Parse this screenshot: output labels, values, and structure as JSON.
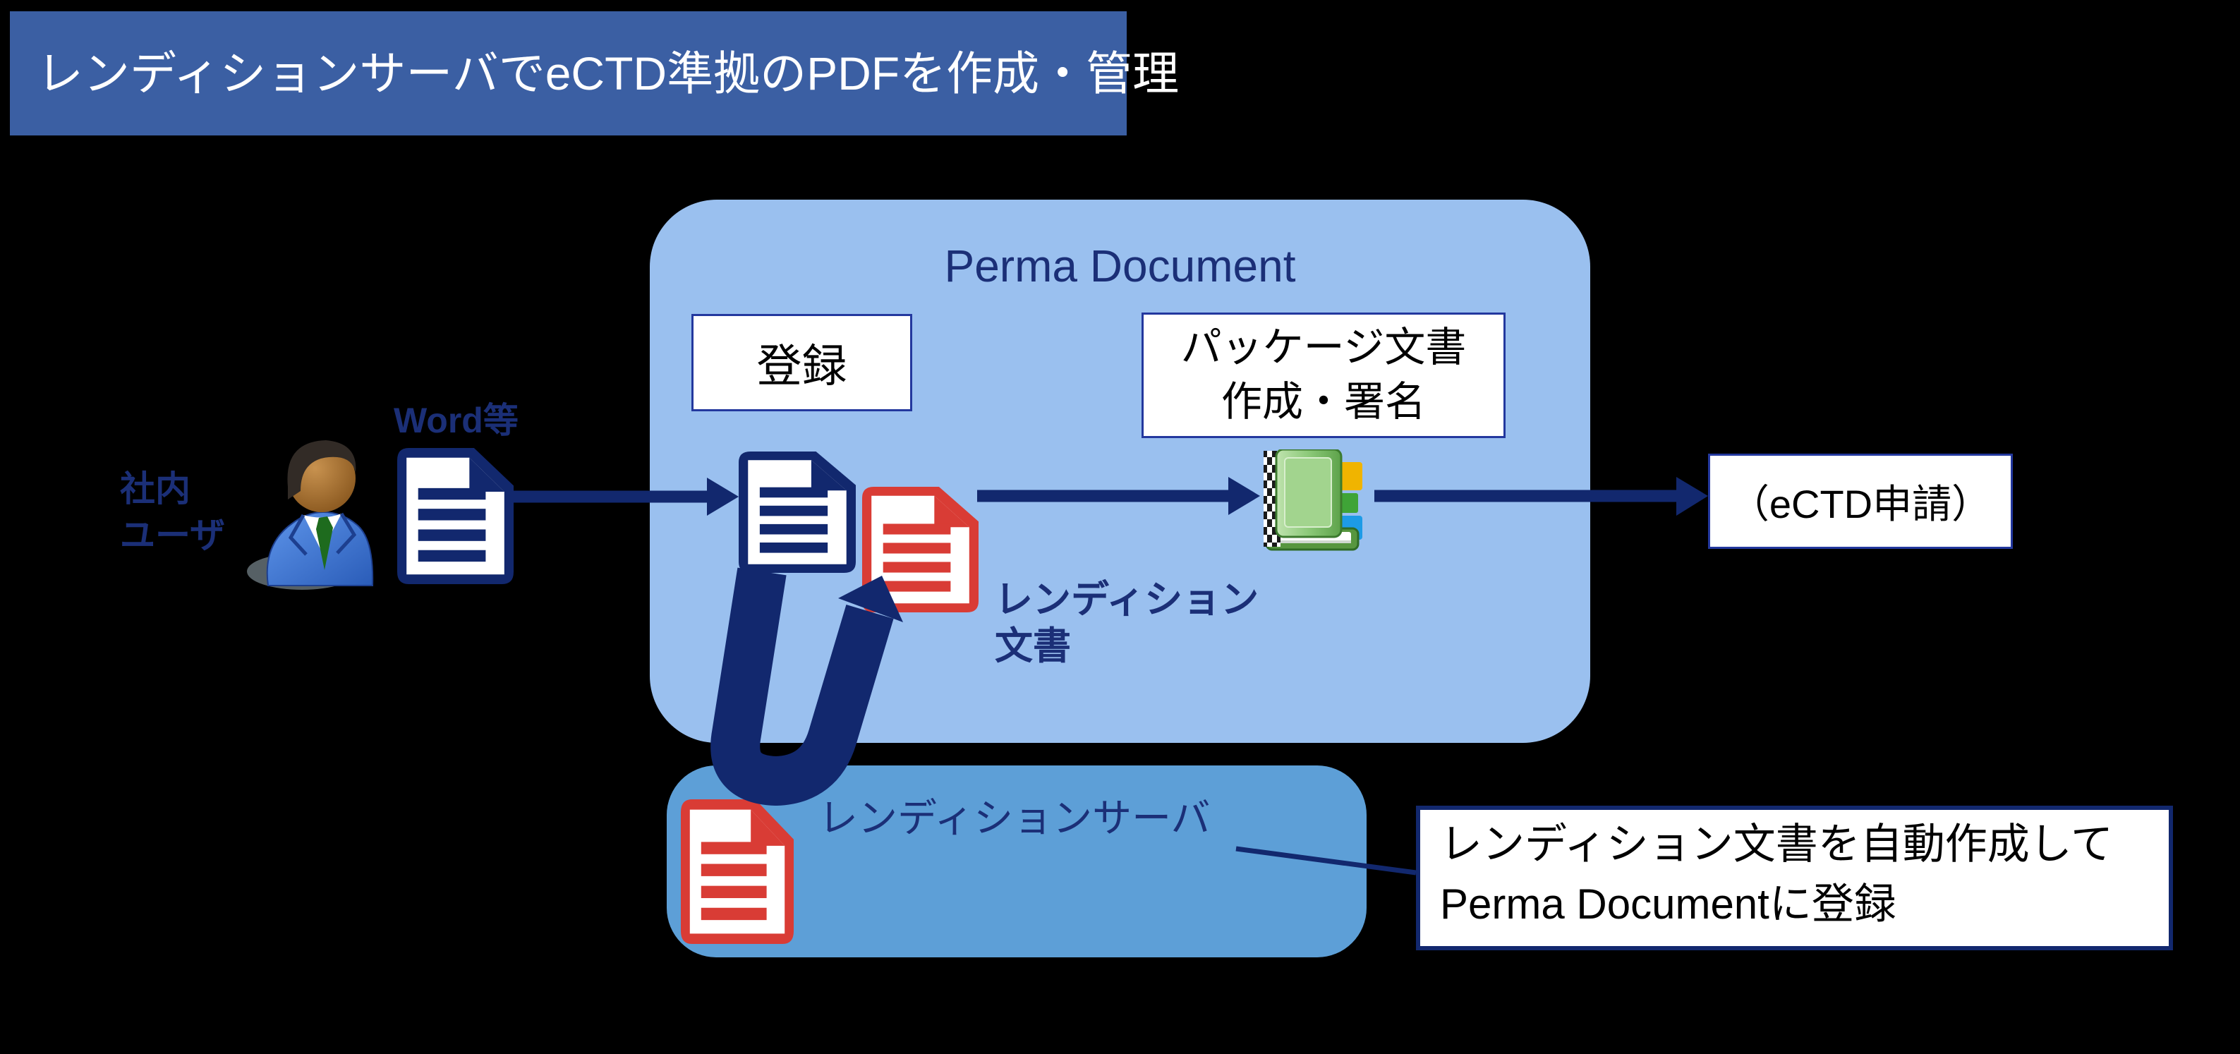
{
  "palette": {
    "bg": "#000000",
    "banner_bg": "#3B5FA3",
    "banner_text": "#FFFFFF",
    "navy": "#12286E",
    "navy_text": "#1B2F77",
    "perma_fill": "#9AC0EF",
    "rendition_fill": "#5D9FD7",
    "doc_red": "#D93C35",
    "white": "#FFFFFF",
    "black_text": "#000000",
    "thin_border": "#23389E",
    "tab_yellow": "#F0B400",
    "tab_green": "#3FA437",
    "tab_blue": "#1D9BE6"
  },
  "title_banner": {
    "text": "レンディションサーバでeCTD準拠のPDFを作成・管理"
  },
  "perma": {
    "title": "Perma Document",
    "register_label": "登録",
    "package_line1": "パッケージ文書",
    "package_line2": "作成・署名"
  },
  "actors": {
    "user_line1": "社内",
    "user_line2": "ユーザ",
    "word_label": "Word等"
  },
  "labels": {
    "rendition_doc_line1": "レンディション",
    "rendition_doc_line2": "文書"
  },
  "ectd": {
    "label": "（eCTD申請）"
  },
  "rendition_server": {
    "label": "レンディションサーバ"
  },
  "callout": {
    "line1": "レンディション文書を自動作成して",
    "line2": "Perma Documentに登録"
  },
  "icons": {
    "person": "business-user-icon",
    "source_document": "word-document-icon",
    "registered_document": "registered-document-icon",
    "rendition_document": "rendition-pdf-document-icon",
    "package_book": "package-notebook-icon"
  }
}
